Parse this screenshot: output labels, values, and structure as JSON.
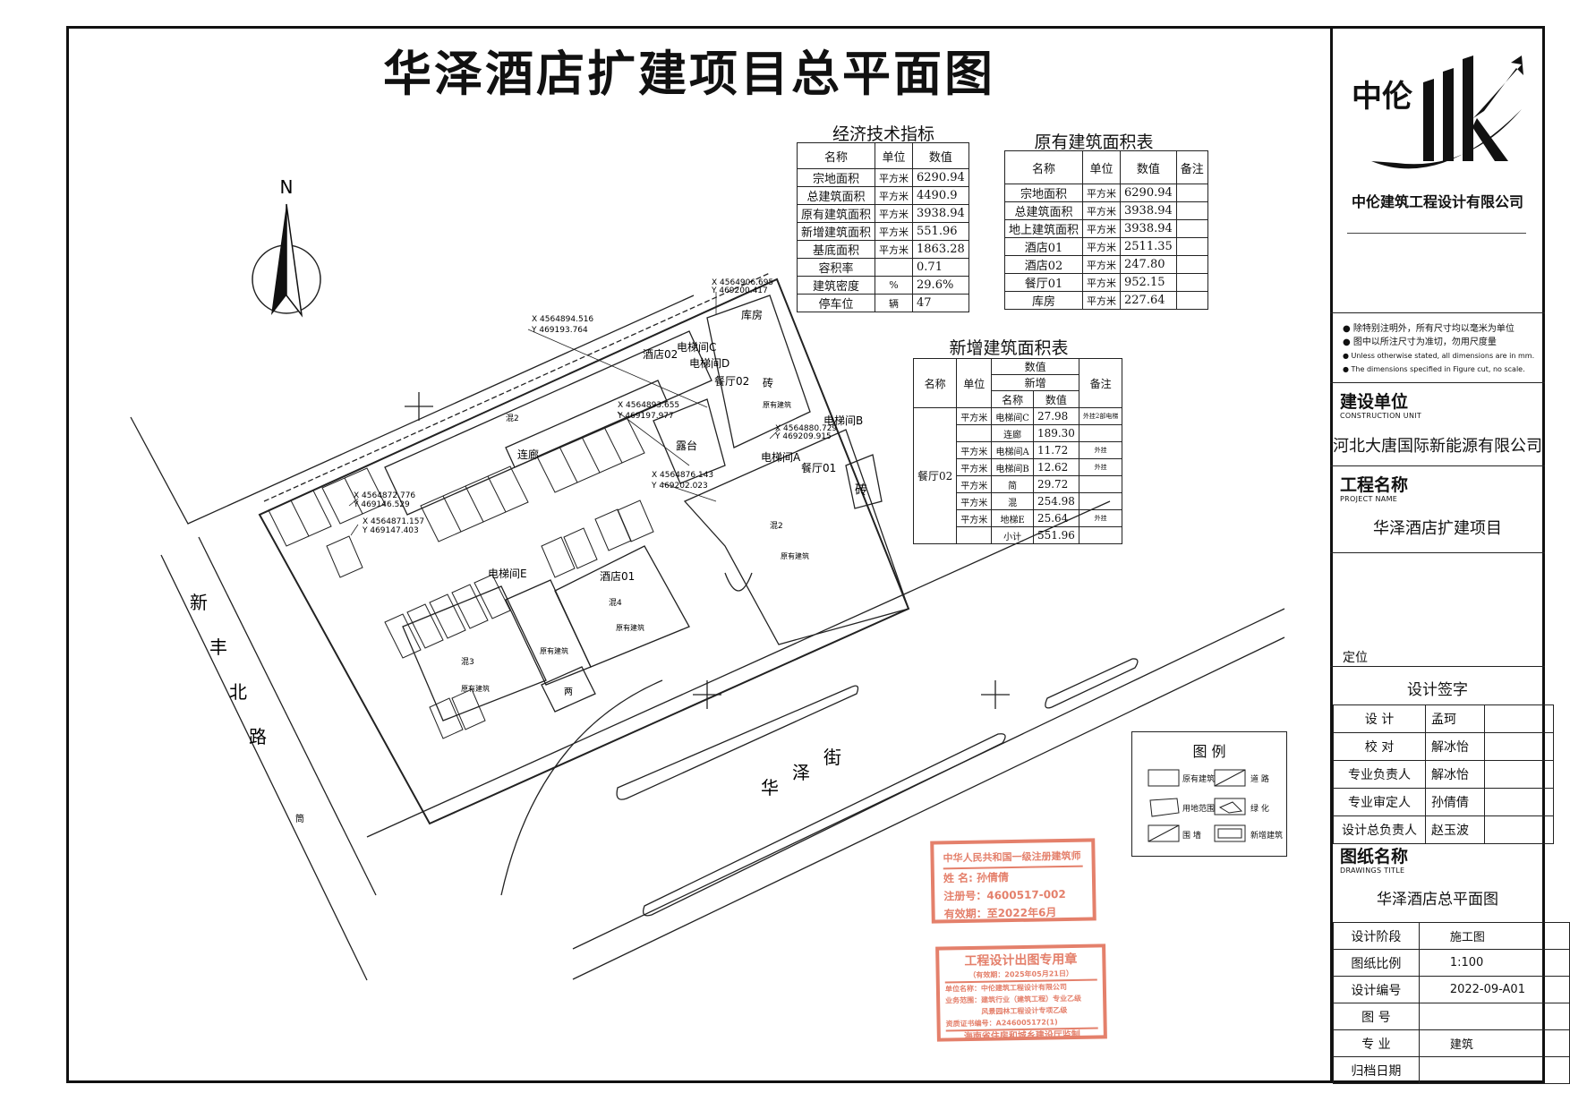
{
  "title": "华泽酒店扩建项目总平面图",
  "econ": {
    "caption": "经济技术指标",
    "headers": [
      "名称",
      "单位",
      "数值"
    ],
    "rows": [
      [
        "宗地面积",
        "平方米",
        "6290.94"
      ],
      [
        "总建筑面积",
        "平方米",
        "4490.9"
      ],
      [
        "原有建筑面积",
        "平方米",
        "3938.94"
      ],
      [
        "新增建筑面积",
        "平方米",
        "551.96"
      ],
      [
        "基底面积",
        "平方米",
        "1863.28"
      ],
      [
        "容积率",
        "",
        "0.71"
      ],
      [
        "建筑密度",
        "%",
        "29.6%"
      ],
      [
        "停车位",
        "辆",
        "47"
      ]
    ]
  },
  "orig": {
    "caption": "原有建筑面积表",
    "headers": [
      "名称",
      "单位",
      "数值",
      "备注"
    ],
    "rows": [
      [
        "宗地面积",
        "平方米",
        "6290.94",
        ""
      ],
      [
        "总建筑面积",
        "平方米",
        "3938.94",
        ""
      ],
      [
        "地上建筑面积",
        "平方米",
        "3938.94",
        ""
      ],
      [
        "酒店01",
        "平方米",
        "2511.35",
        ""
      ],
      [
        "酒店02",
        "平方米",
        "247.80",
        ""
      ],
      [
        "餐厅01",
        "平方米",
        "952.15",
        ""
      ],
      [
        "库房",
        "平方米",
        "227.64",
        ""
      ]
    ]
  },
  "newt": {
    "caption": "新增建筑面积表",
    "h_name": "名称",
    "h_unit": "单位",
    "h_value": "数值",
    "h_new": "新增",
    "h_subname": "名称",
    "h_subvalue": "数值",
    "h_note": "备注",
    "group": "餐厅02",
    "rows": [
      [
        "平方米",
        "电梯间C",
        "27.98",
        "外挂2部电梯"
      ],
      [
        "",
        "连廊",
        "189.30",
        ""
      ],
      [
        "平方米",
        "电梯间A",
        "11.72",
        "外挂"
      ],
      [
        "平方米",
        "电梯间B",
        "12.62",
        "外挂"
      ],
      [
        "平方米",
        "简",
        "29.72",
        ""
      ],
      [
        "平方米",
        "混",
        "254.98",
        ""
      ],
      [
        "平方米",
        "地梯E",
        "25.64",
        "外挂"
      ],
      [
        "",
        "小计",
        "551.96",
        ""
      ]
    ]
  },
  "plan": {
    "north": "N",
    "road_west": [
      "新",
      "丰",
      "北",
      "路"
    ],
    "road_south": [
      "华",
      "泽",
      "街"
    ],
    "coords": [
      "X 4564894.516",
      "Y 469193.764",
      "X 4564906.695",
      "Y 469200.417",
      "X 4564893.655",
      "Y 469197.977",
      "X 4564880.729",
      "Y 469209.915",
      "X 4564876.143",
      "Y 469202.023",
      "X 4564872.776",
      "Y 469146.529",
      "X 4564871.157",
      "Y 469147.403"
    ],
    "buildings": {
      "hotel02": "酒店02",
      "hotel01": "酒店01",
      "rest02": "餐厅02",
      "rest01": "餐厅01",
      "store": "库房",
      "elevC": "电梯间C",
      "elevB": "电梯间B",
      "elevA": "电梯间A",
      "elevD": "电梯间D",
      "elevE": "电梯间E",
      "corridor": "连廊",
      "terrace": "露台",
      "brick": "砖",
      "mix2": "混2",
      "mix3": "混3",
      "mix4": "混4",
      "existing": "原有建筑",
      "gate": "两",
      "west_tag": "筒"
    }
  },
  "legend": {
    "title": "图  例",
    "items": [
      "原有建筑",
      "道 路",
      "用地范围",
      "绿 化",
      "围 墙",
      "新增建筑"
    ]
  },
  "titleblock": {
    "logo": "中伦",
    "company": "中伦建筑工程设计有限公司",
    "notes": [
      "除特别注明外，所有尺寸均以毫米为单位",
      "图中以所注尺寸为准切，勿用尺度量",
      "Unless otherwise stated, all dimensions are in mm.",
      "The dimensions specified in Figure cut, no scale."
    ],
    "client_label": "建设单位",
    "client_en": "CONSTRUCTION UNIT",
    "client": "河北大唐国际新能源有限公司",
    "project_label": "工程名称",
    "project_en": "PROJECT NAME",
    "project": "华泽酒店扩建项目",
    "position_label": "定位",
    "sign_title": "设计签字",
    "signers": [
      [
        "设  计",
        "孟珂"
      ],
      [
        "校  对",
        "解冰怡"
      ],
      [
        "专业负责人",
        "解冰怡"
      ],
      [
        "专业审定人",
        "孙倩倩"
      ],
      [
        "设计总负责人",
        "赵玉波"
      ]
    ],
    "drawing_label": "图纸名称",
    "drawing_en": "DRAWINGS TITLE",
    "drawing": "华泽酒店总平面图",
    "meta": [
      [
        "设计阶段",
        "施工图"
      ],
      [
        "图纸比例",
        "1:100"
      ],
      [
        "设计编号",
        "2022-09-A01"
      ],
      [
        "图  号",
        ""
      ],
      [
        "专  业",
        "建筑"
      ],
      [
        "归档日期",
        ""
      ]
    ]
  },
  "stamps": {
    "a_line1": "中华人民共和国一级注册建筑师",
    "a_name": "姓  名:   孙倩倩",
    "a_reg": "注册号：4600517-002",
    "a_valid": "有效期：至2022年6月",
    "b_title": "工程设计出图专用章",
    "b_date": "（有效期：2025年05月21日）",
    "b_unit": "单位名称：中伦建筑工程设计有限公司",
    "b_scope1": "业务范围：建筑行业（建筑工程）专业乙级",
    "b_scope2": "风景园林工程设计专项乙级",
    "b_cert": "资质证书编号：A246005172(1)",
    "b_footer": "海南省住房和城乡建设厅监制"
  },
  "colors": {
    "stamp": "#e06a52",
    "line": "#222222"
  }
}
